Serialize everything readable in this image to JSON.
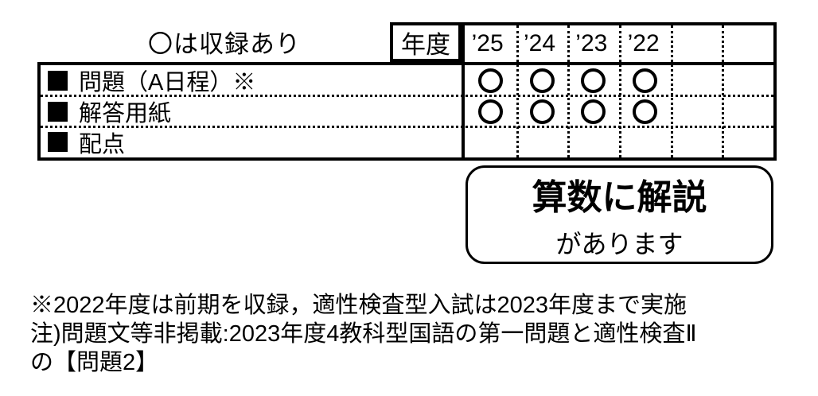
{
  "page": {
    "background_color": "#ffffff",
    "ink_color": "#000000"
  },
  "legend": {
    "text": "〇は収録あり"
  },
  "table": {
    "year_header_label": "年度",
    "year_columns": [
      "’25",
      "’24",
      "’23",
      "’22",
      "",
      ""
    ],
    "included_marker": "〇",
    "rows": [
      {
        "label": "問題（A日程）※",
        "included": [
          true,
          true,
          true,
          true,
          false,
          false
        ]
      },
      {
        "label": "解答用紙",
        "included": [
          true,
          true,
          true,
          true,
          false,
          false
        ]
      },
      {
        "label": "配点",
        "included": [
          false,
          false,
          false,
          false,
          false,
          false
        ]
      }
    ]
  },
  "callout": {
    "line1": "算数に解説",
    "line2": "があります"
  },
  "notes": {
    "lines": [
      "※2022年度は前期を収録，適性検査型入試は2023年度まで実施",
      "注)問題文等非掲載:2023年度4教科型国語の第一問題と適性検査Ⅱ",
      "の【問題2】"
    ]
  }
}
